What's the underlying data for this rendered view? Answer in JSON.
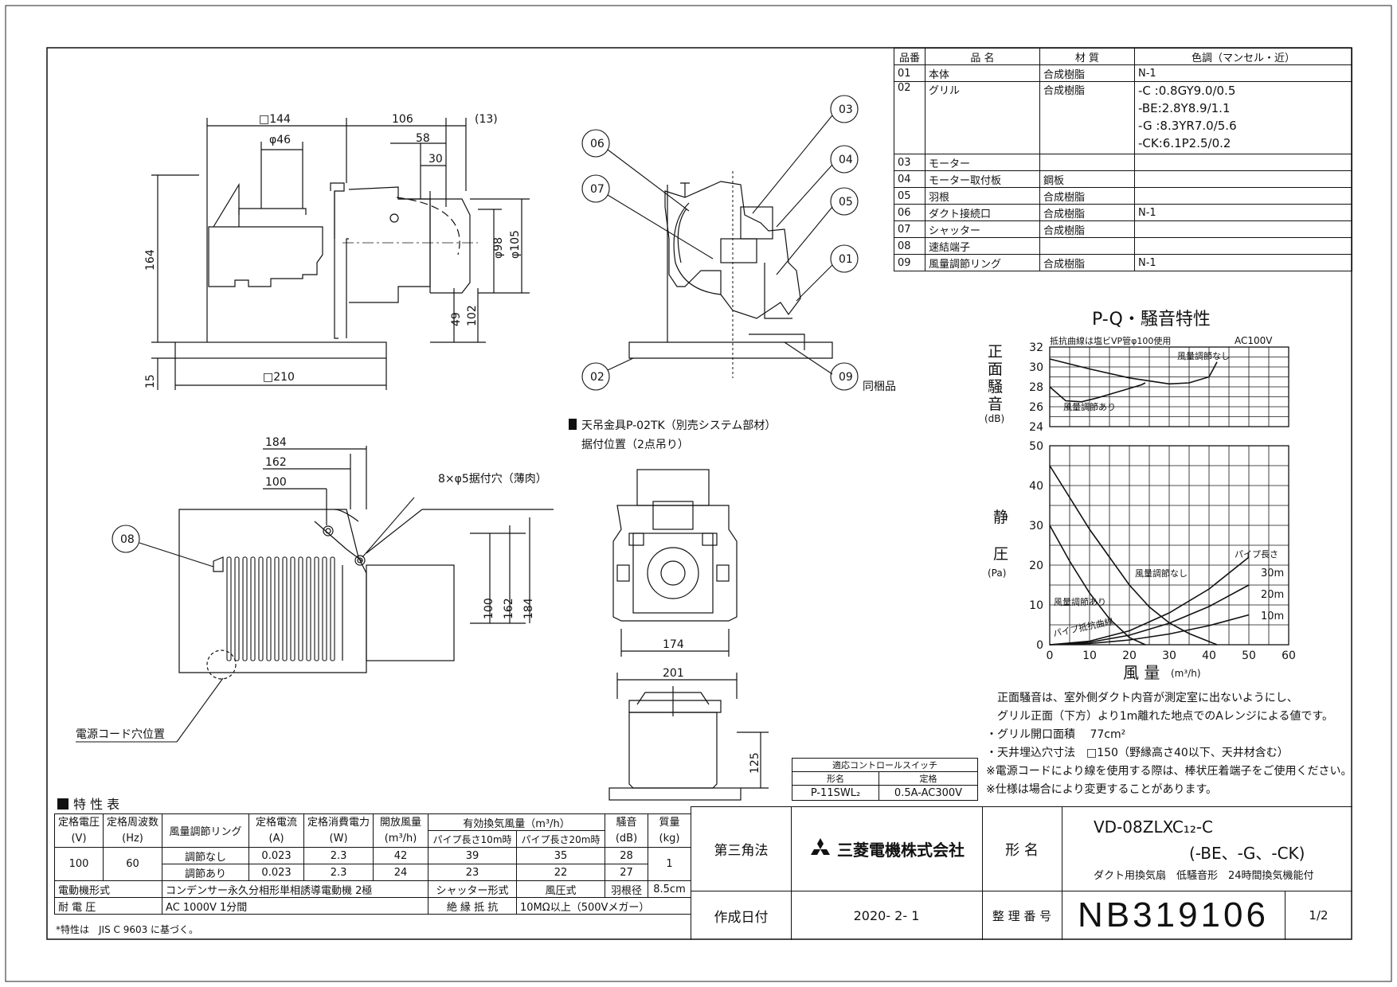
{
  "parts": {
    "headers": [
      "品番",
      "品 名",
      "材 質",
      "色調（マンセル・近）"
    ],
    "rows": [
      {
        "no": "01",
        "name": "本体",
        "material": "合成樹脂",
        "color": [
          "N-1"
        ]
      },
      {
        "no": "02",
        "name": "グリル",
        "material": "合成樹脂",
        "color": [
          "-C :0.8GY9.0/0.5",
          "-BE:2.8Y8.9/1.1",
          "-G :8.3YR7.0/5.6",
          "-CK:6.1P2.5/0.2"
        ]
      },
      {
        "no": "03",
        "name": "モーター",
        "material": "",
        "color": [
          ""
        ]
      },
      {
        "no": "04",
        "name": "モーター取付板",
        "material": "鋼板",
        "color": [
          ""
        ]
      },
      {
        "no": "05",
        "name": "羽根",
        "material": "合成樹脂",
        "color": [
          ""
        ]
      },
      {
        "no": "06",
        "name": "ダクト接続口",
        "material": "合成樹脂",
        "color": [
          "N-1"
        ]
      },
      {
        "no": "07",
        "name": "シャッター",
        "material": "合成樹脂",
        "color": [
          ""
        ]
      },
      {
        "no": "08",
        "name": "速結端子",
        "material": "",
        "color": [
          ""
        ]
      },
      {
        "no": "09",
        "name": "風量調節リング",
        "material": "合成樹脂",
        "color": [
          "N-1"
        ]
      }
    ]
  },
  "drawing": {
    "side_dims": [
      "□144",
      "106",
      "(13)",
      "φ46",
      "58",
      "30",
      "164",
      "φ98",
      "φ105",
      "49",
      "102",
      "15",
      "□210"
    ],
    "bottom_dims": [
      "184",
      "162",
      "100",
      "8×φ5据付穴（薄肉）",
      "100",
      "162",
      "184"
    ],
    "callouts": [
      "01",
      "02",
      "03",
      "04",
      "05",
      "06",
      "07",
      "08",
      "09"
    ],
    "bundled": "同梱品",
    "power_hole": "電源コード穴位置",
    "hanger_title": "天吊金具P-02TK（別売システム部材）",
    "hanger_sub": "据付位置（2点吊り）",
    "hanger_dims": [
      "174",
      "201",
      "125"
    ]
  },
  "chart_data": {
    "type": "line",
    "title": "P-Q・騒音特性",
    "noise_note": "抵抗曲線は塩ビVP管φ100使用",
    "power": "AC100V",
    "noise": {
      "ylabel_lines": [
        "正",
        "面",
        "騒",
        "音"
      ],
      "unit": "(dB)",
      "ylim": [
        24,
        32
      ],
      "yticks": [
        "32",
        "30",
        "28",
        "26",
        "24"
      ],
      "series": [
        {
          "name": "風量調節なし",
          "x": [
            0,
            10,
            20,
            30,
            35,
            40,
            42
          ],
          "y": [
            30.8,
            29.8,
            28.9,
            28.3,
            28.4,
            29.0,
            30.5
          ]
        },
        {
          "name": "風量調節あり",
          "x": [
            0,
            4,
            8,
            12,
            18,
            23,
            24
          ],
          "y": [
            28.0,
            26.6,
            26.5,
            26.9,
            27.6,
            28.2,
            28.4
          ]
        }
      ]
    },
    "pq": {
      "ylabel_lines": [
        "静",
        "圧"
      ],
      "unit": "(Pa)",
      "xlabel": "風 量",
      "xunit": "(m³/h)",
      "xlim": [
        0,
        60
      ],
      "ylim": [
        0,
        50
      ],
      "xticks": [
        "0",
        "10",
        "20",
        "30",
        "40",
        "50",
        "60"
      ],
      "yticks": [
        "50",
        "40",
        "30",
        "20",
        "10",
        "0"
      ],
      "series": [
        {
          "name": "風量調節なし",
          "x": [
            0,
            5,
            10,
            15,
            20,
            25,
            30,
            35,
            40,
            42
          ],
          "y": [
            45,
            37,
            29,
            22,
            15,
            9.5,
            5.5,
            2.8,
            0.8,
            0
          ]
        },
        {
          "name": "風量調節あり",
          "x": [
            0,
            5,
            10,
            15,
            20,
            24
          ],
          "y": [
            30,
            21,
            13,
            6.5,
            1.8,
            0
          ]
        },
        {
          "name": "30m",
          "x": [
            0,
            10,
            20,
            30,
            40,
            50
          ],
          "y": [
            0,
            0.9,
            3.5,
            8,
            14,
            22
          ]
        },
        {
          "name": "20m",
          "x": [
            0,
            10,
            20,
            30,
            40,
            50
          ],
          "y": [
            0,
            0.6,
            2.4,
            5.4,
            9.6,
            15
          ]
        },
        {
          "name": "10m",
          "x": [
            0,
            10,
            20,
            30,
            40,
            50
          ],
          "y": [
            0,
            0.3,
            1.2,
            2.7,
            4.8,
            7.5
          ]
        }
      ],
      "pipe_label": "パイプ長さ",
      "resistance_label": "パイプ抵抗曲線",
      "labels": [
        "風量調節なし",
        "風量調節あり",
        "30m",
        "20m",
        "10m"
      ]
    }
  },
  "notes": [
    "正面騒音は、室外側ダクト内音が測定室に出ないようにし、",
    "グリル正面（下方）より1m離れた地点でのAレンジによる値です。",
    "・グリル開口面積　 77cm²",
    "・天井埋込穴寸法　□150（野縁高さ40以下、天井材含む）",
    "※電源コードにより線を使用する際は、棒状圧着端子をご使用ください。",
    "※仕様は場合により変更することがあります。"
  ],
  "switch_table": {
    "title": "適応コントロールスイッチ",
    "headers": [
      "形名",
      "定格"
    ],
    "model": "P-11SWL₂",
    "rating": "0.5A-AC300V"
  },
  "spec": {
    "title": "特 性 表",
    "h_voltage": [
      "定格電圧",
      "(V)"
    ],
    "h_freq": [
      "定格周波数",
      "(Hz)"
    ],
    "h_ring": "風量調節リング",
    "h_current": [
      "定格電流",
      "(A)"
    ],
    "h_power": [
      "定格消費電力",
      "(W)"
    ],
    "h_open": [
      "開放風量",
      "(m³/h)"
    ],
    "h_eff": "有効換気風量（m³/h）",
    "h_eff10": "パイプ長さ10m時",
    "h_eff20": "パイプ長さ20m時",
    "h_noise": [
      "騒音",
      "(dB)"
    ],
    "h_mass": [
      "質量",
      "(kg)"
    ],
    "voltage": "100",
    "freq": "60",
    "rows": [
      {
        "ring": "調節なし",
        "current": "0.023",
        "power": "2.3",
        "open": "42",
        "eff10": "39",
        "eff20": "35",
        "noise": "28"
      },
      {
        "ring": "調節あり",
        "current": "0.023",
        "power": "2.3",
        "open": "24",
        "eff10": "23",
        "eff20": "22",
        "noise": "27"
      }
    ],
    "mass": "1",
    "motor_label": "電動機形式",
    "motor_value": "コンデンサー永久分相形単相誘導電動機 2極",
    "shutter_label": "シャッター形式",
    "shutter_value": "風圧式",
    "blade_label": "羽根径",
    "blade_value": "8.5cm",
    "withstand_label": "耐 電 圧",
    "withstand_value": "AC 1000V 1分間",
    "insulation_label": "絶 縁 抵 抗",
    "insulation_value": "10MΩ以上（500Vメガー）",
    "footnote": "*特性は　JIS C 9603 に基づく。"
  },
  "title_block": {
    "projection": "第三角法",
    "company": "三菱電機株式会社",
    "model_label": "形 名",
    "model": "VD-08ZLXC₁₂-C",
    "model_variants": "(-BE、-G、-CK)",
    "description": "ダクト用換気扇　低騒音形　24時間換気機能付",
    "date_label": "作成日付",
    "date": "2020- 2- 1",
    "number_label": "整 理 番 号",
    "number": "NB319106",
    "page": "1/2"
  }
}
